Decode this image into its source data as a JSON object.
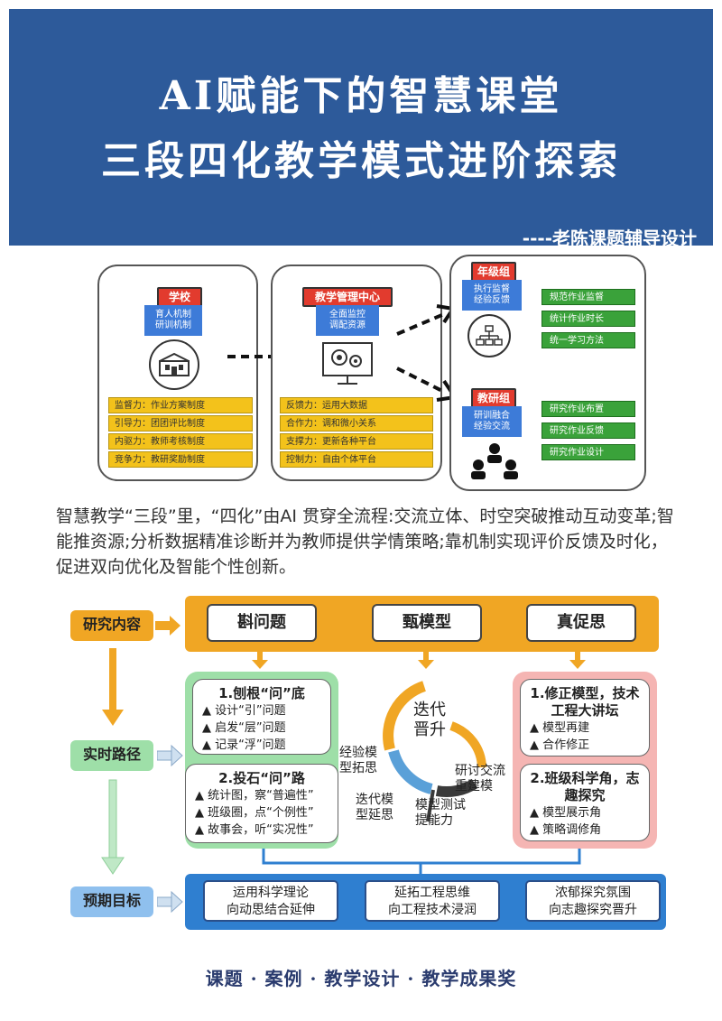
{
  "header": {
    "title_line1": "AI赋能下的智慧课堂",
    "title_line2": "三段四化教学模式进阶探索",
    "byline": "----老陈课题辅导设计"
  },
  "diagram": {
    "school": {
      "tag": "学校",
      "blue": "育人机制\n研训机制",
      "bars": [
        "监督力：作业方案制度",
        "引导力：团团评比制度",
        "内驱力：教师考核制度",
        "竞争力：教研奖励制度"
      ]
    },
    "center": {
      "tag": "教学管理中心",
      "blue": "全面监控\n调配资源",
      "bars": [
        "反馈力：运用大数据",
        "合作力：调和微小关系",
        "支撑力：更新各种平台",
        "控制力：自由个体平台"
      ]
    },
    "grade": {
      "tag": "年级组",
      "blue": "执行监督\n经验反馈",
      "bars": [
        "规范作业监督",
        "统计作业时长",
        "统一学习方法"
      ]
    },
    "research": {
      "tag": "教研组",
      "blue": "研训融合\n经验交流",
      "bars": [
        "研究作业布置",
        "研究作业反馈",
        "研究作业设计"
      ]
    }
  },
  "paragraph": "智慧教学“三段”里，“四化”由AI 贯穿全流程:交流立体、时空突破推动互动变革;智能推资源;分析数据精准诊断并为教师提供学情策略;靠机制实现评价反馈及时化，促进双向优化及智能个性创新。",
  "framework": {
    "left_tags": [
      "研究内容",
      "实时路径",
      "预期目标"
    ],
    "top_buttons": [
      "斟问题",
      "甄模型",
      "真促思"
    ],
    "card1": {
      "title": "1.刨根“问”底",
      "items": [
        "设计“引”问题",
        "启发“层”问题",
        "记录“浮”问题"
      ]
    },
    "card2": {
      "title": "2.投石“问”路",
      "items": [
        "统计图，察“普遍性”",
        "班级圈，点“个例性”",
        "故事会，听“实况性”"
      ]
    },
    "center_labels": {
      "iterate": "迭代\n晋升",
      "experience": "经验模\n型拓思",
      "iterate_model": "迭代模\n型延思",
      "test": "模型测试\n提能力",
      "communicate": "研讨交流\n重建模"
    },
    "card3": {
      "title": "1.修正模型，技术工程大讲坛",
      "items": [
        "模型再建",
        "合作修正"
      ]
    },
    "card4": {
      "title": "2.班级科学角，志趣探究",
      "items": [
        "模型展示角",
        "策略调修角"
      ]
    },
    "goals": [
      "运用科学理论\n向动思结合延伸",
      "延拓工程思维\n向工程技术浸润",
      "浓郁探究氛围\n向志趣探究晋升"
    ]
  },
  "footer": "课题 · 案例 · 教学设计 · 教学成果奖",
  "colors": {
    "banner": "#2d5a9a",
    "orange": "#f0a624",
    "green": "#9edfa8",
    "pink": "#f5b5b3",
    "blue": "#2f7fd0",
    "yellow": "#f3c21b",
    "red_tag": "#e23b2e"
  }
}
